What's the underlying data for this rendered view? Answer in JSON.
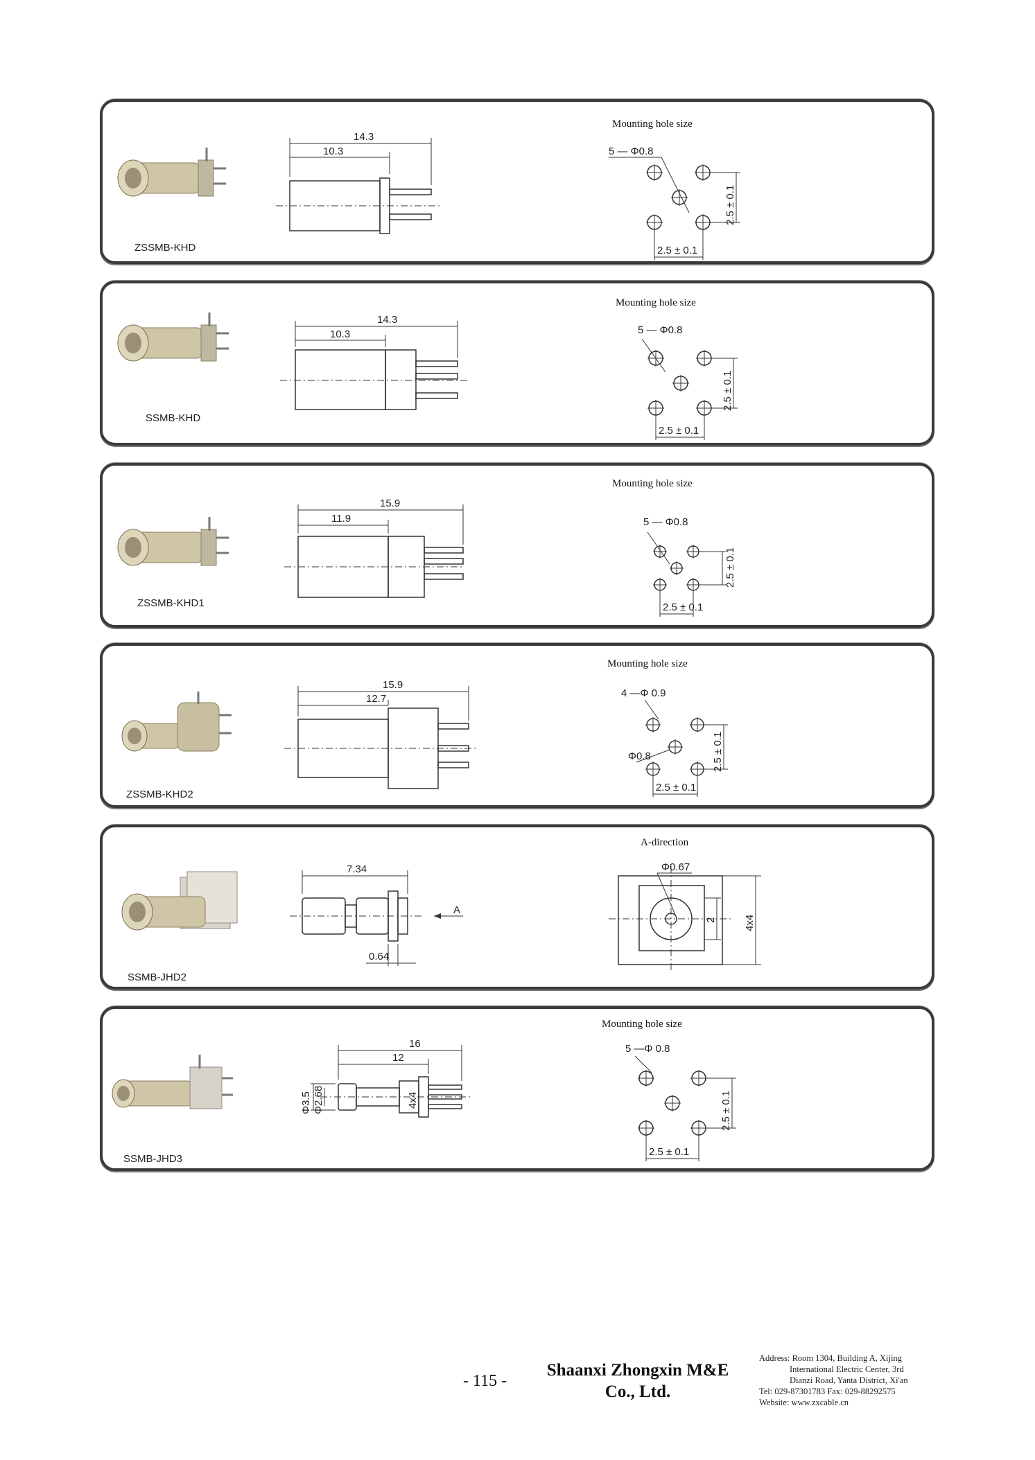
{
  "panels": [
    {
      "model": "ZSSMB-KHD",
      "title": "Mounting hole size",
      "dims": {
        "overall": "14.3",
        "body": "10.3"
      },
      "holes": {
        "callout": "5 — Φ0.8",
        "spacing_h": "2.5 ± 0.1",
        "spacing_v": "2.5 ± 0.1"
      }
    },
    {
      "model": "SSMB-KHD",
      "title": "Mounting hole size",
      "dims": {
        "overall": "14.3",
        "body": "10.3"
      },
      "holes": {
        "callout": "5 — Φ0.8",
        "spacing_h": "2.5 ± 0.1",
        "spacing_v": "2.5 ± 0.1"
      }
    },
    {
      "model": "ZSSMB-KHD1",
      "title": "Mounting hole size",
      "dims": {
        "overall": "15.9",
        "body": "11.9"
      },
      "holes": {
        "callout": "5 — Φ0.8",
        "spacing_h": "2.5 ± 0.1",
        "spacing_v": "2.5 ± 0.1"
      }
    },
    {
      "model": "ZSSMB-KHD2",
      "title": "Mounting hole size",
      "dims": {
        "overall": "15.9",
        "body": "12.7"
      },
      "holes": {
        "callout": "4 —Φ 0.9",
        "callout2": "Φ0.8",
        "spacing_h": "2.5 ± 0.1",
        "spacing_v": "2.5 ± 0.1"
      }
    },
    {
      "model": "SSMB-JHD2",
      "title": "A-direction",
      "dims": {
        "overall": "7.34",
        "flange": "0.64",
        "arrow": "A"
      },
      "adir": {
        "dia": "Φ0.67",
        "inner": "2",
        "outer": "4x4"
      }
    },
    {
      "model": "SSMB-JHD3",
      "title": "Mounting hole size",
      "dims": {
        "overall": "16",
        "body": "12",
        "d1": "Φ3.5",
        "d2": "Φ2.68",
        "flange": "4x4"
      },
      "holes": {
        "callout": "5 —Φ 0.8",
        "spacing_h": "2.5 ± 0.1",
        "spacing_v": "2.5 ± 0.1"
      }
    }
  ],
  "footer": {
    "page": "- 115 -",
    "company_line1": "Shaanxi Zhongxin M&E",
    "company_line2": "Co., Ltd.",
    "address1": "Address: Room 1304, Building A, Xijing",
    "address2": "International Electric Center, 3rd",
    "address3": "Dianzi Road, Yanta District, Xi'an",
    "tel": "Tel: 029-87301783    Fax: 029-88292575",
    "website": "Website: www.zxcable.cn"
  }
}
